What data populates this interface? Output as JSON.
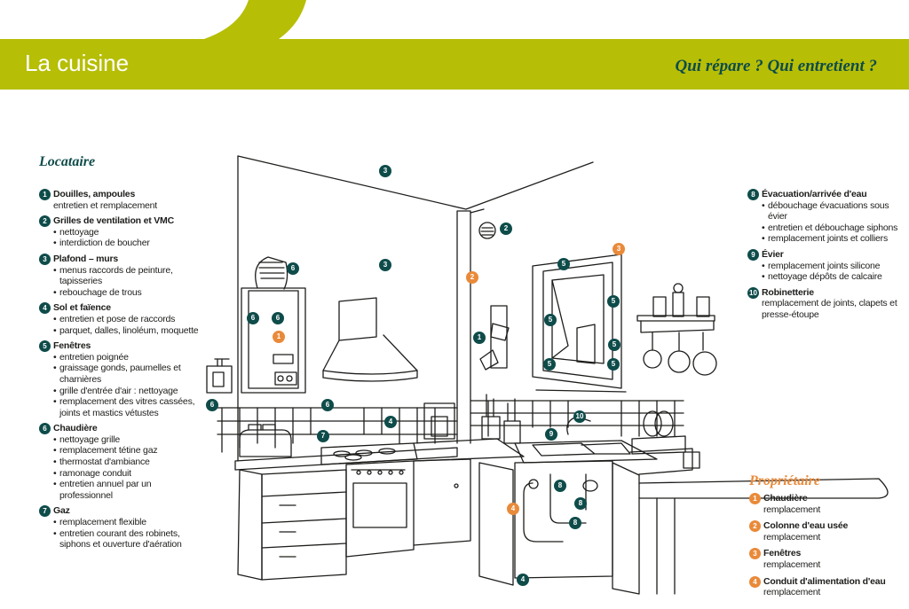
{
  "header": {
    "title": "La cuisine",
    "subtitle": "Qui répare ? Qui entretient ?"
  },
  "colors": {
    "accent": "#b6be06",
    "teal": "#0e4c4a",
    "orange": "#e98a3a"
  },
  "locataire": {
    "title": "Locataire",
    "items": [
      {
        "num": "1",
        "title": "Douilles, ampoules",
        "sub": "entretien et remplacement",
        "bullets": []
      },
      {
        "num": "2",
        "title": "Grilles de ventilation et VMC",
        "sub": "",
        "bullets": [
          "nettoyage",
          "interdiction de boucher"
        ]
      },
      {
        "num": "3",
        "title": "Plafond – murs",
        "sub": "",
        "bullets": [
          "menus raccords de peinture, tapisseries",
          "rebouchage de trous"
        ]
      },
      {
        "num": "4",
        "title": "Sol et faïence",
        "sub": "",
        "bullets": [
          "entretien et pose de raccords",
          "parquet, dalles, linoléum, moquette"
        ]
      },
      {
        "num": "5",
        "title": "Fenêtres",
        "sub": "",
        "bullets": [
          "entretien poignée",
          "graissage gonds, paumelles et charnières",
          "grille d'entrée d'air : nettoyage",
          "remplacement des vitres cassées, joints et mastics vétustes"
        ]
      },
      {
        "num": "6",
        "title": "Chaudière",
        "sub": "",
        "bullets": [
          "nettoyage grille",
          "remplacement tétine gaz",
          "thermostat d'ambiance",
          "ramonage conduit",
          "entretien annuel par un professionnel"
        ]
      },
      {
        "num": "7",
        "title": "Gaz",
        "sub": "",
        "bullets": [
          "remplacement flexible",
          "entretien courant des robinets, siphons et ouverture d'aération"
        ]
      }
    ]
  },
  "right_items": [
    {
      "num": "8",
      "title": "Évacuation/arrivée d'eau",
      "sub": "",
      "bullets": [
        "débouchage évacuations sous évier",
        "entretien et débouchage siphons",
        "remplacement joints et colliers"
      ]
    },
    {
      "num": "9",
      "title": "Évier",
      "sub": "",
      "bullets": [
        "remplacement joints silicone",
        "nettoyage dépôts de calcaire"
      ]
    },
    {
      "num": "10",
      "title": "Robinetterie",
      "sub": "remplacement de joints, clapets et presse-étoupe",
      "bullets": []
    }
  ],
  "proprietaire": {
    "title": "Propriétaire",
    "items": [
      {
        "num": "1",
        "title": "Chaudière",
        "sub": "remplacement"
      },
      {
        "num": "2",
        "title": "Colonne d'eau usée",
        "sub": "remplacement"
      },
      {
        "num": "3",
        "title": "Fenêtres",
        "sub": "remplacement"
      },
      {
        "num": "4",
        "title": "Conduit d'alimentation d'eau",
        "sub": "remplacement"
      }
    ]
  },
  "markers": [
    {
      "label": "3",
      "kind": "teal"
    },
    {
      "label": "3",
      "kind": "teal"
    },
    {
      "label": "2",
      "kind": "teal"
    },
    {
      "label": "6",
      "kind": "teal"
    },
    {
      "label": "6",
      "kind": "teal"
    },
    {
      "label": "6",
      "kind": "teal"
    },
    {
      "label": "1",
      "kind": "orange"
    },
    {
      "label": "2",
      "kind": "orange"
    },
    {
      "label": "3",
      "kind": "orange"
    },
    {
      "label": "1",
      "kind": "teal"
    },
    {
      "label": "5",
      "kind": "teal"
    },
    {
      "label": "5",
      "kind": "teal"
    },
    {
      "label": "5",
      "kind": "teal"
    },
    {
      "label": "5",
      "kind": "teal"
    },
    {
      "label": "5",
      "kind": "teal"
    },
    {
      "label": "5",
      "kind": "teal"
    },
    {
      "label": "6",
      "kind": "teal"
    },
    {
      "label": "6",
      "kind": "teal"
    },
    {
      "label": "4",
      "kind": "teal"
    },
    {
      "label": "7",
      "kind": "teal"
    },
    {
      "label": "10",
      "kind": "teal"
    },
    {
      "label": "9",
      "kind": "teal"
    },
    {
      "label": "8",
      "kind": "teal"
    },
    {
      "label": "8",
      "kind": "teal"
    },
    {
      "label": "8",
      "kind": "teal"
    },
    {
      "label": "4",
      "kind": "orange"
    },
    {
      "label": "4",
      "kind": "teal"
    }
  ]
}
